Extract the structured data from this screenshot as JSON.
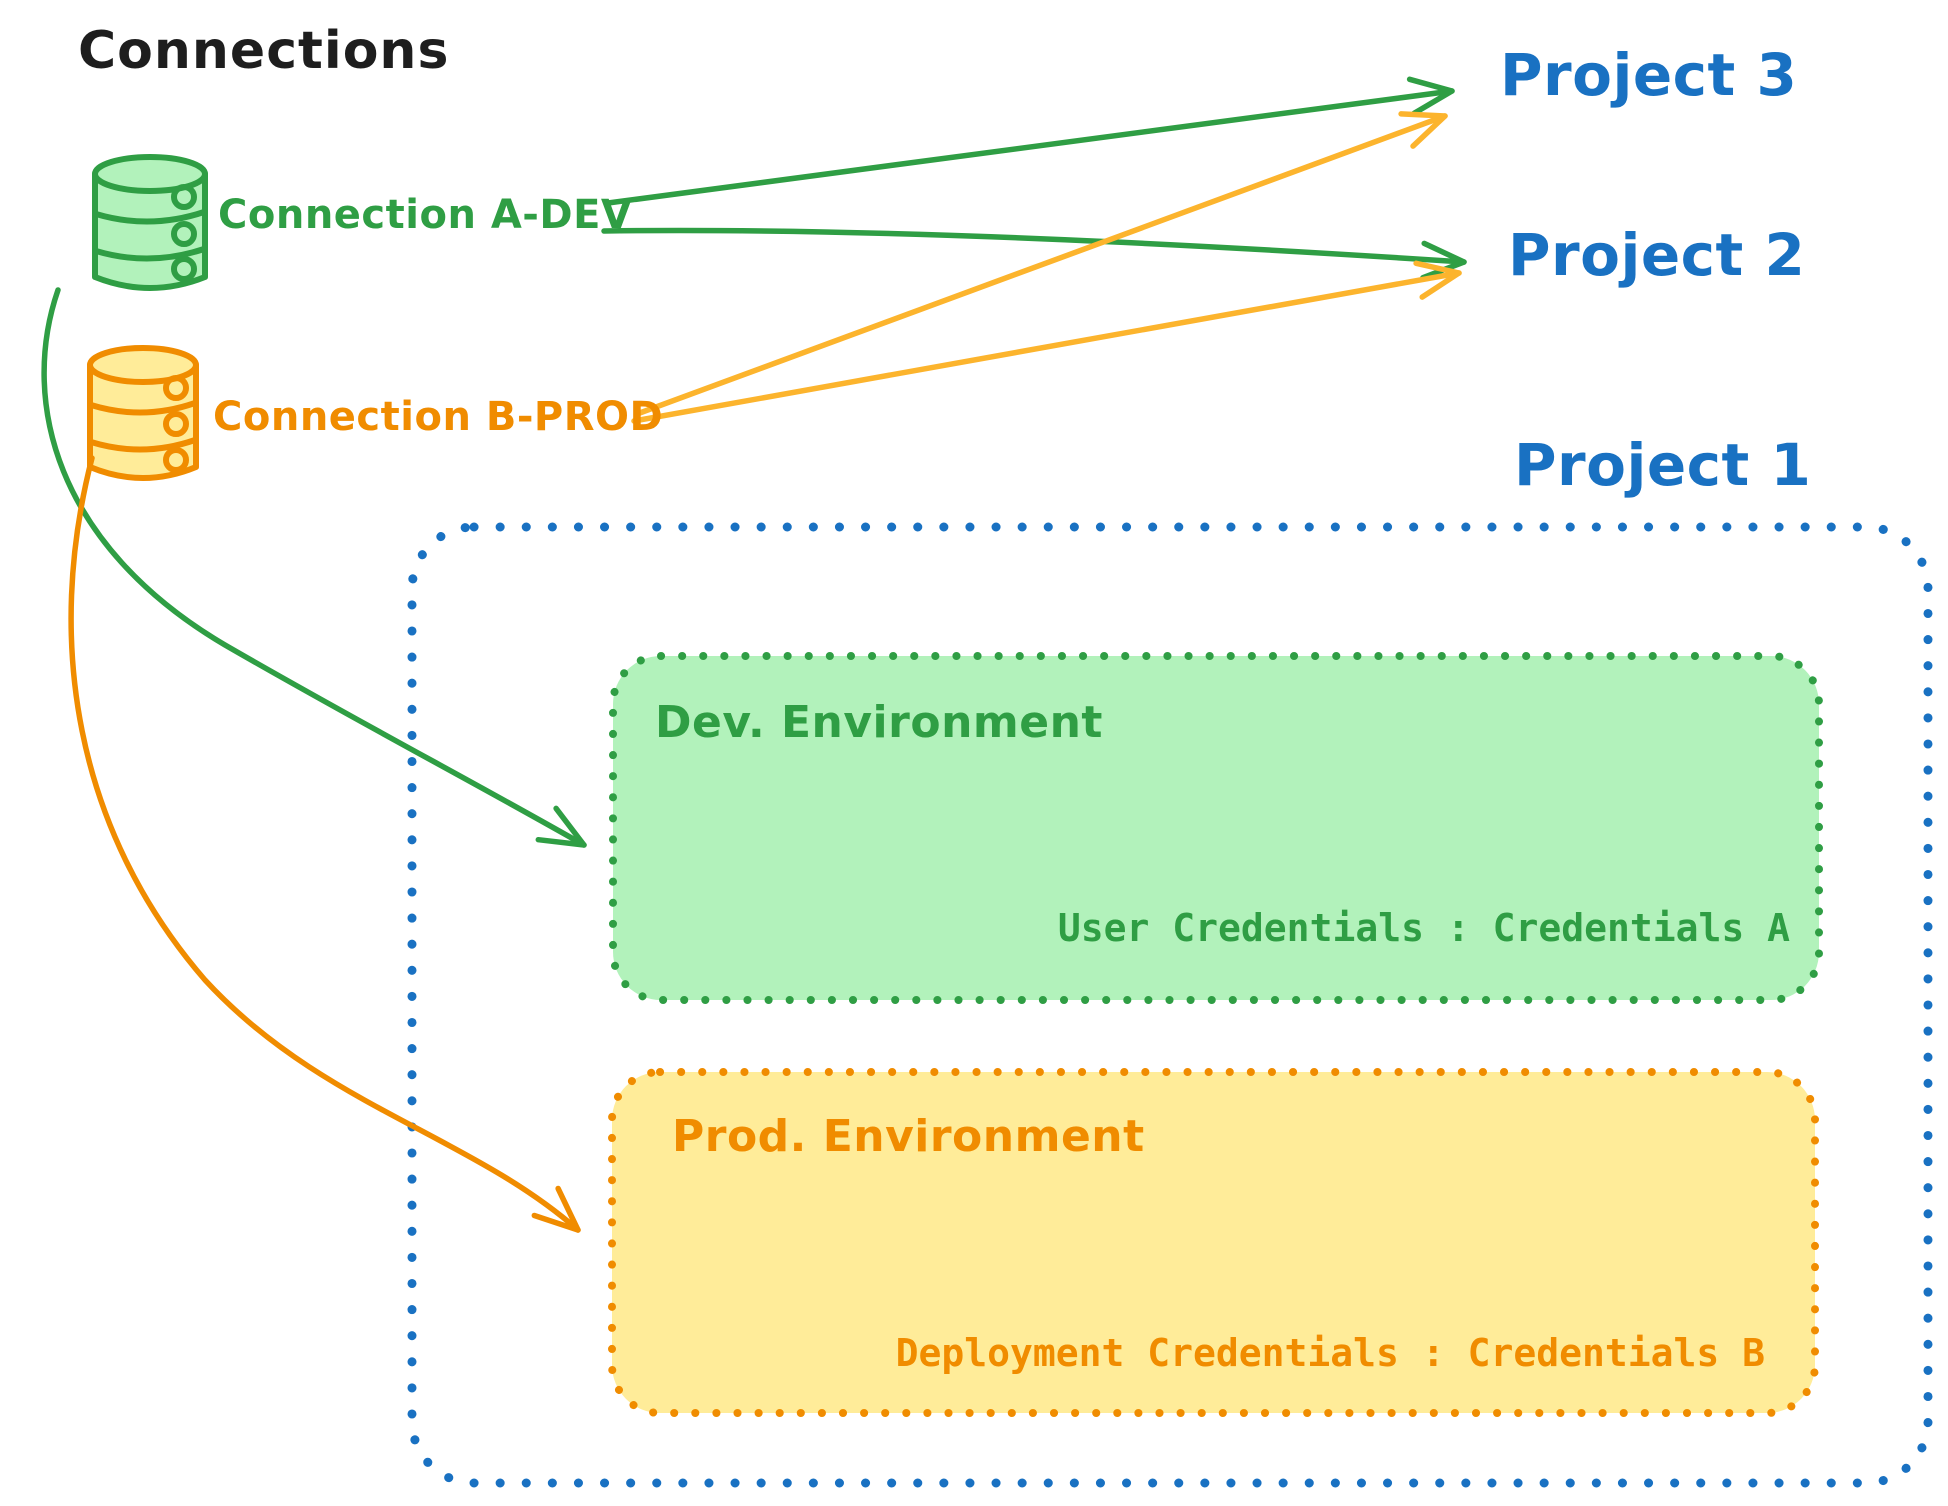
{
  "title": "Connections",
  "colors": {
    "green_stroke": "#2f9e44",
    "green_fill": "#b2f2bb",
    "orange_stroke": "#f08c00",
    "orange_fill": "#ffec99",
    "blue": "#1971c2",
    "black": "#1e1e1e",
    "background": "#ffffff"
  },
  "connections": [
    {
      "label": "Connection A-DEV",
      "color": "#2f9e44",
      "icon": "database-icon",
      "arrows_to": [
        "Project 3",
        "Project 2",
        "Dev. Environment"
      ]
    },
    {
      "label": "Connection B-PROD",
      "color": "#f08c00",
      "icon": "database-icon",
      "arrows_to": [
        "Project 3",
        "Project 2",
        "Prod. Environment"
      ]
    }
  ],
  "projects": {
    "project3": "Project 3",
    "project2": "Project 2",
    "project1": "Project 1"
  },
  "project1_box": {
    "environments": [
      {
        "title": "Dev. Environment",
        "credentials_label": "User Credentials",
        "credentials_value": "Credentials A",
        "credentials_text": "User Credentials : Credentials A"
      },
      {
        "title": "Prod. Environment",
        "credentials_label": "Deployment Credentials",
        "credentials_value": "Credentials B",
        "credentials_text": "Deployment Credentials : Credentials B"
      }
    ]
  }
}
